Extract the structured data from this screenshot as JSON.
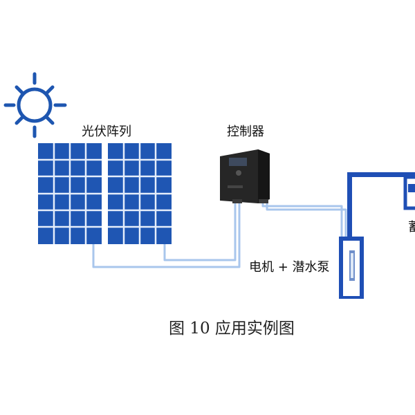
{
  "labels": {
    "pv_array": "光伏阵列",
    "controller": "控制器",
    "motor_pump": "电机 + 潜水泵",
    "tank_partial": "蓄",
    "figure_caption": "图 10  应用实例图"
  },
  "colors": {
    "pipe_blue": "#1f4fb5",
    "wire_blue": "#a8c6ec",
    "panel_blue": "#1f56b3",
    "panel_grid": "#e6eefb",
    "controller_body": "#262626",
    "controller_screen": "#3e4a5e",
    "sun_stroke": "#1e56b0"
  },
  "icons": {
    "sun": "sun-icon",
    "solar_panel": "solar-panel-icon",
    "controller": "controller-icon",
    "pump": "submersible-pump-icon",
    "tank": "water-tank-icon"
  }
}
